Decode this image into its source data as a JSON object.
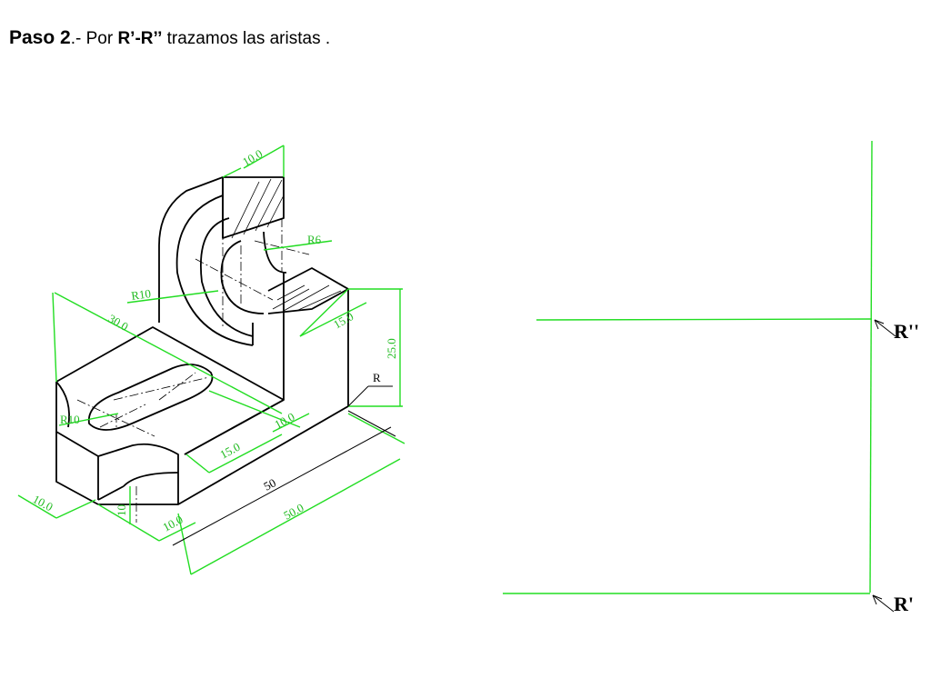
{
  "title": {
    "step": "Paso 2",
    "sep": ".- Por ",
    "ref": "R’-R’’",
    "rest": " trazamos las aristas ."
  },
  "drawing": {
    "dims": {
      "d_top_thick": "10.0",
      "d_r6": "R6",
      "d_r10_top": "R10",
      "d_30": "30.0",
      "d_15_side": "15.0",
      "d_25": "25.0",
      "d_r_ref": "R",
      "d_r10_left": "R10",
      "d_10_slot": "10.0",
      "d_15_slot": "15.0",
      "d_50": "50",
      "d_50_0": "50.0",
      "d_10_left": "10.0",
      "d_10_vert": "10",
      "d_10_bottom": "10.0"
    }
  },
  "reference": {
    "r_double": "R''",
    "r_single": "R'"
  },
  "colors": {
    "dimension": "#22dd22",
    "lines": "#000000"
  }
}
